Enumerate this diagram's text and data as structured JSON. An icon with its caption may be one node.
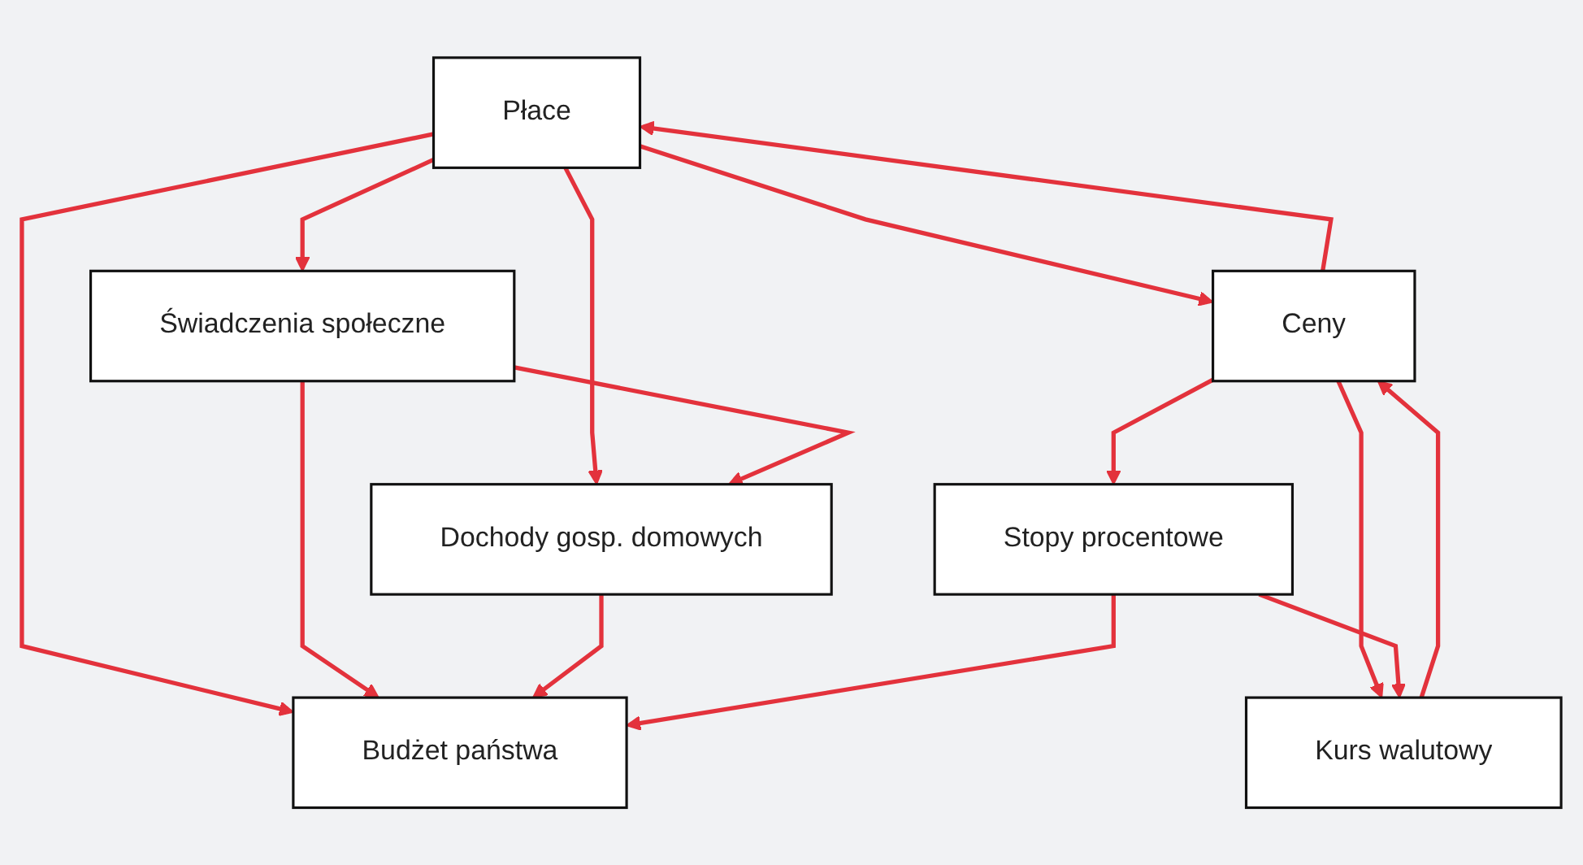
{
  "diagram": {
    "nodes": [
      {
        "text": [
          "Płace"
        ]
      },
      {
        "text": [
          "Świadczenia społeczne"
        ]
      },
      {
        "text": [
          "Kurs walutowy"
        ]
      },
      {
        "text": [
          "Ceny"
        ]
      },
      {
        "text": [
          "Dochody gosp. domowych"
        ]
      },
      {
        "text": [
          "Stopy procentowe"
        ]
      },
      {
        "text": [
          "Budżet państwa"
        ]
      }
    ],
    "edges": [
      {
        "from": 3,
        "to": 0,
        "arrow": "to"
      },
      {
        "from": 0,
        "to": 1,
        "arrow": "to"
      },
      {
        "from": 0,
        "to": 3,
        "arrow": "to"
      },
      {
        "from": 0,
        "to": 4,
        "arrow": "to"
      },
      {
        "from": 0,
        "to": 6,
        "arrow": "to"
      },
      {
        "from": 1,
        "to": 4,
        "arrow": "to"
      },
      {
        "from": 1,
        "to": 6,
        "arrow": "to"
      },
      {
        "from": 2,
        "to": 3,
        "arrow": "to"
      },
      {
        "from": 3,
        "to": 2,
        "arrow": "to"
      },
      {
        "from": 3,
        "to": 5,
        "arrow": "to"
      },
      {
        "from": 5,
        "to": 2,
        "arrow": "to"
      },
      {
        "from": 4,
        "to": 6,
        "arrow": "to"
      },
      {
        "from": 5,
        "to": 6,
        "arrow": "to"
      }
    ]
  }
}
